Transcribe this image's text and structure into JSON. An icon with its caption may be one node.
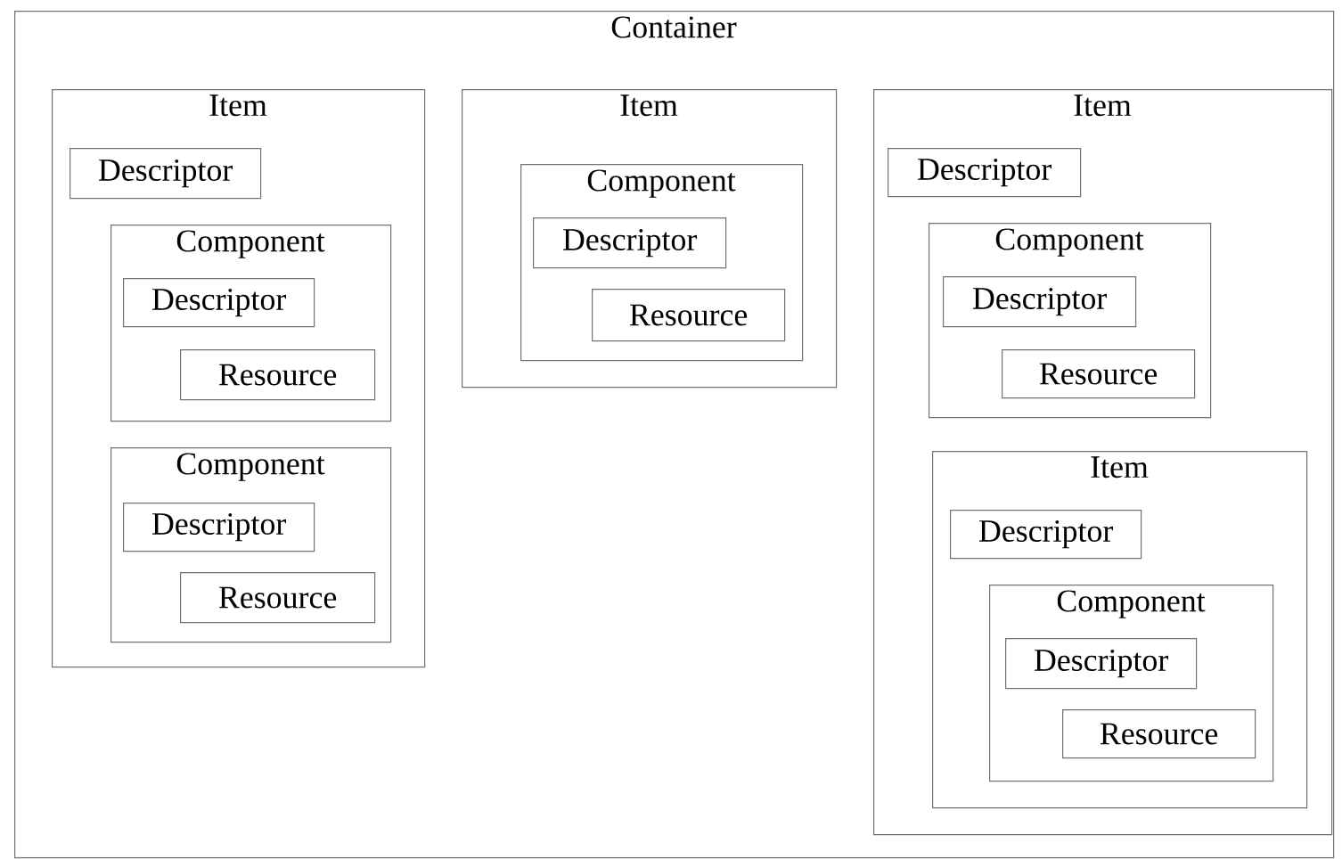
{
  "diagram": {
    "nodes": [
      {
        "text": [
          "Container"
        ]
      },
      {
        "text": [
          "Item"
        ],
        "in": 0
      },
      {
        "text": [
          "Descriptor"
        ],
        "in": 1
      },
      {
        "text": [
          "Component"
        ],
        "in": 1
      },
      {
        "text": [
          "Descriptor"
        ],
        "in": 3
      },
      {
        "text": [
          "Resource"
        ],
        "in": 3
      },
      {
        "text": [
          "Component"
        ],
        "in": 1
      },
      {
        "text": [
          "Descriptor"
        ],
        "in": 6
      },
      {
        "text": [
          "Resource"
        ],
        "in": 6
      },
      {
        "text": [
          "Item"
        ],
        "in": 0
      },
      {
        "text": [
          "Component"
        ],
        "in": 9
      },
      {
        "text": [
          "Descriptor"
        ],
        "in": 10
      },
      {
        "text": [
          "Resource"
        ],
        "in": 10
      },
      {
        "text": [
          "Item"
        ],
        "in": 0
      },
      {
        "text": [
          "Descriptor"
        ],
        "in": 13
      },
      {
        "text": [
          "Component"
        ],
        "in": 13
      },
      {
        "text": [
          "Descriptor"
        ],
        "in": 15
      },
      {
        "text": [
          "Resource"
        ],
        "in": 15
      },
      {
        "text": [
          "Item"
        ],
        "in": 13
      },
      {
        "text": [
          "Descriptor"
        ],
        "in": 18
      },
      {
        "text": [
          "Component"
        ],
        "in": 18
      },
      {
        "text": [
          "Descriptor"
        ],
        "in": 20
      },
      {
        "text": [
          "Resource"
        ],
        "in": 20
      }
    ]
  }
}
